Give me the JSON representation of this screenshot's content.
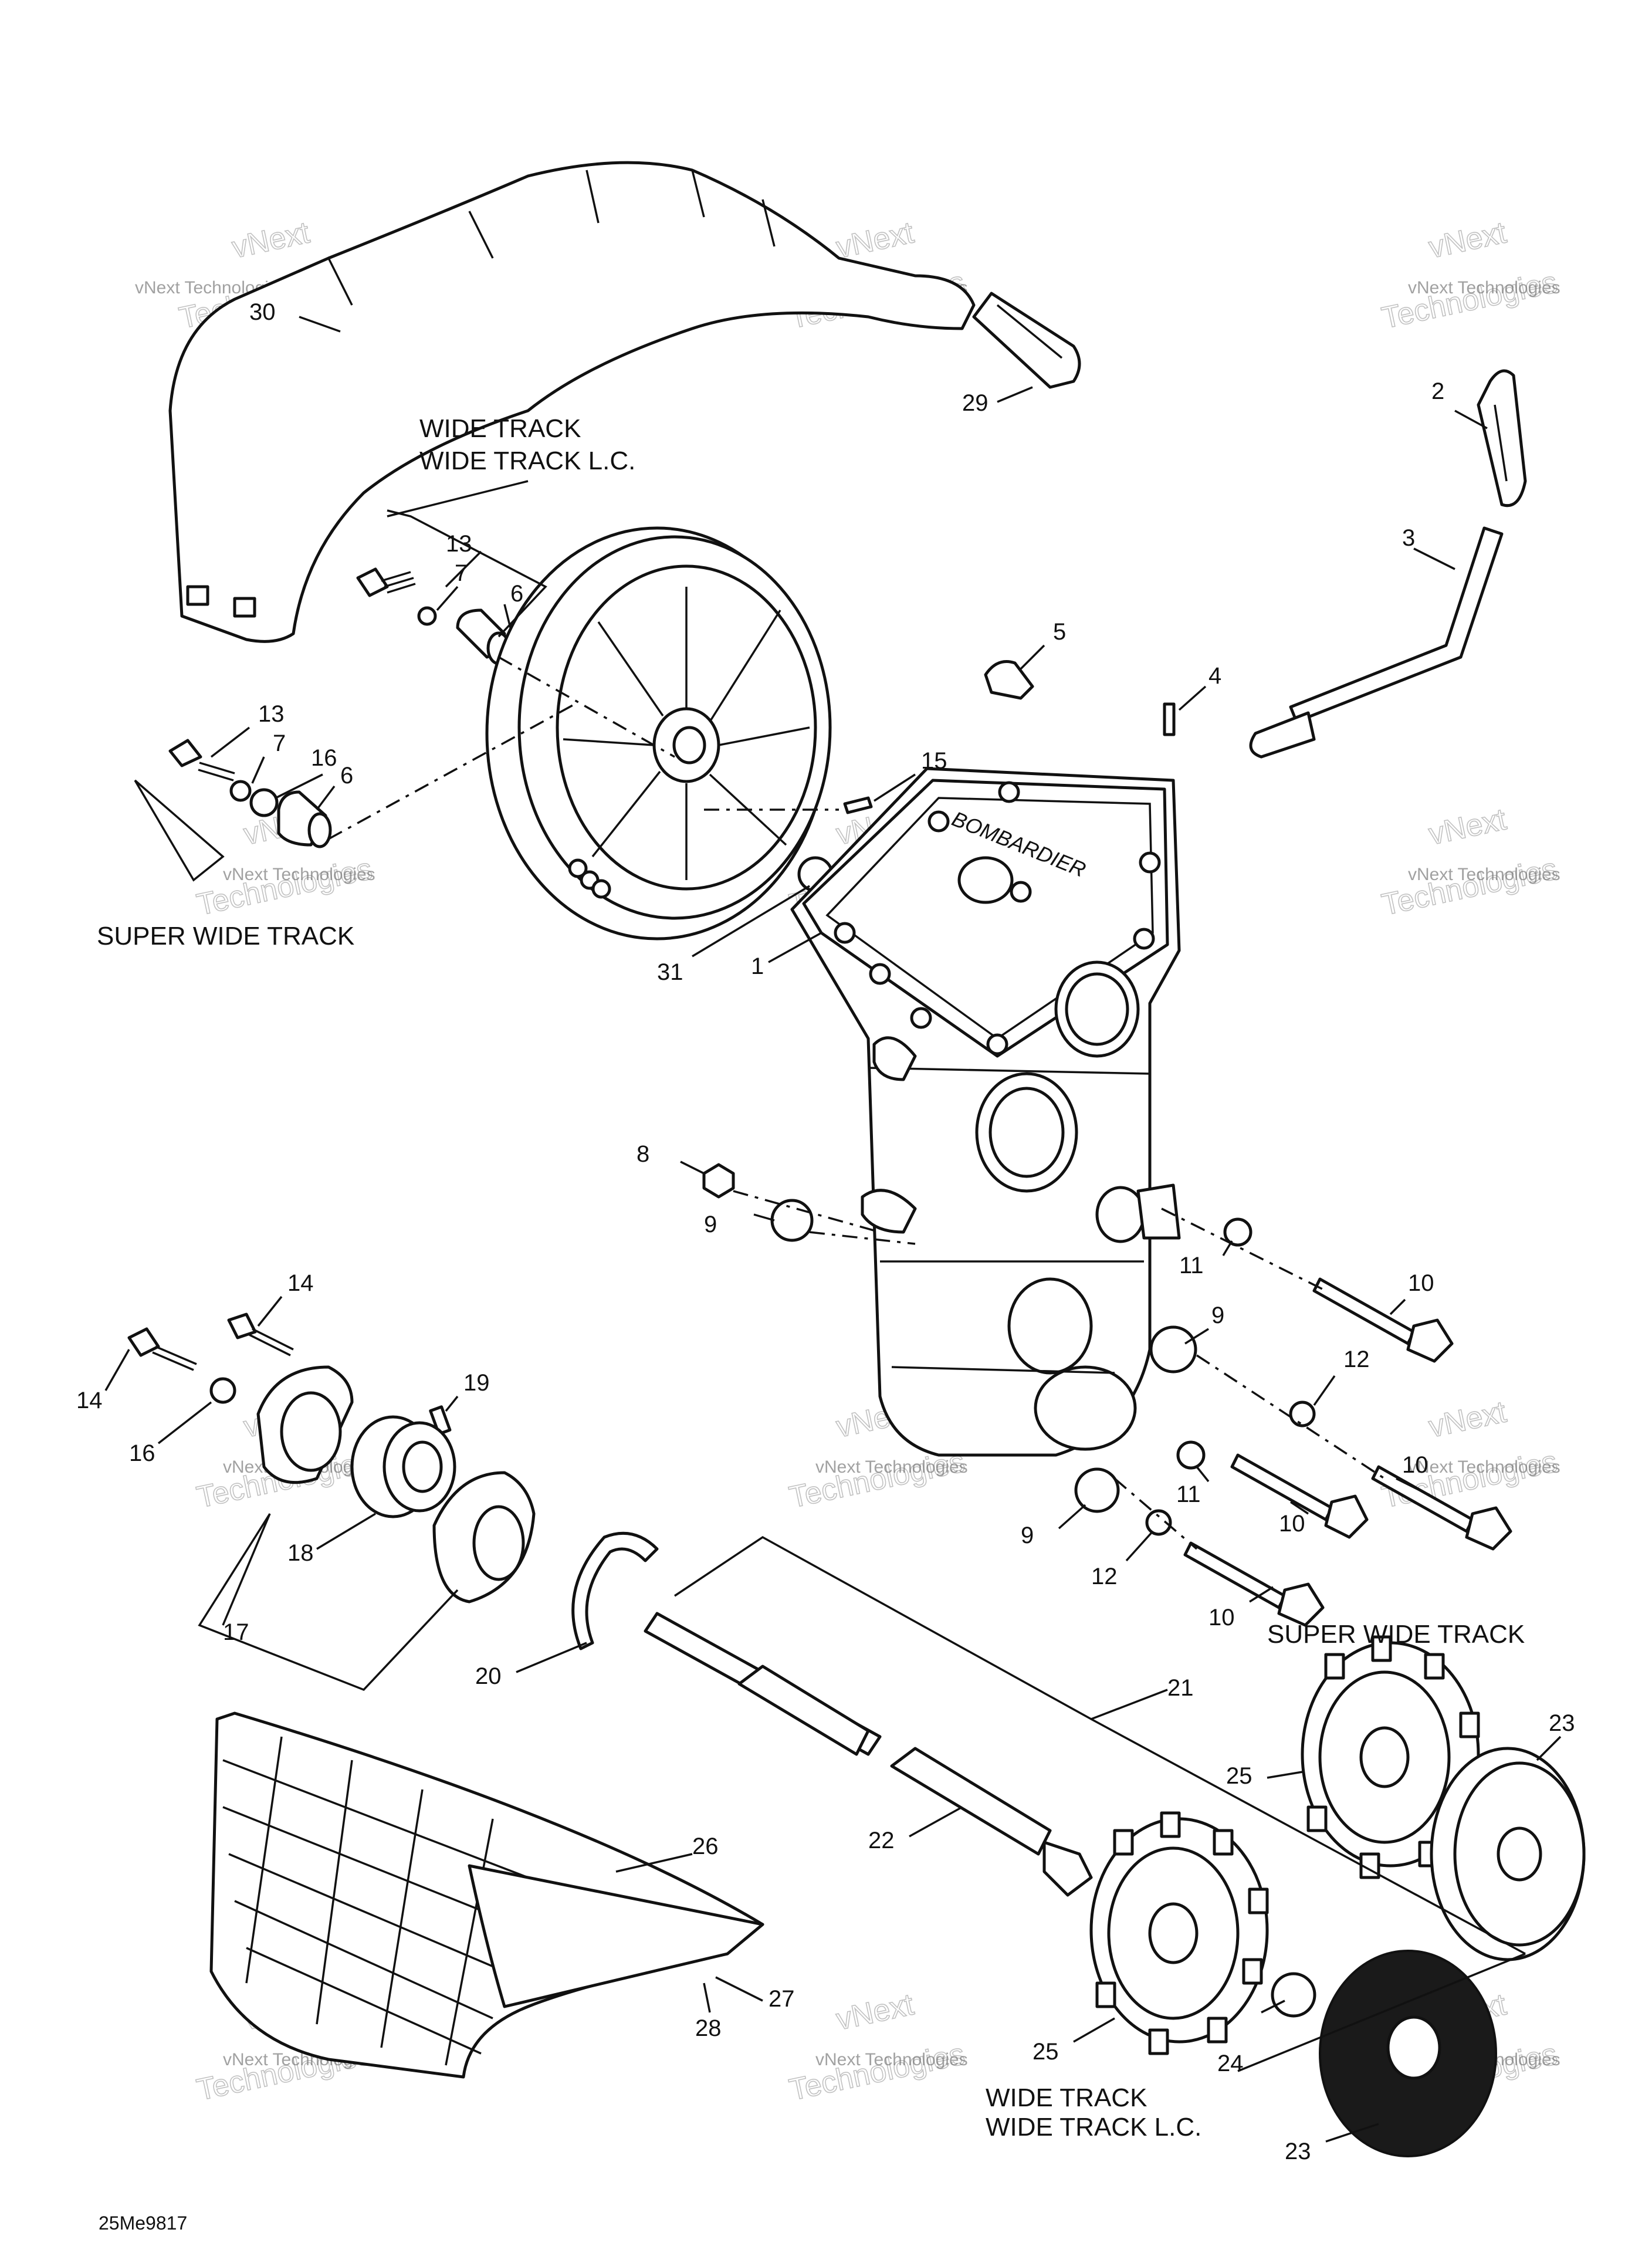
{
  "drawing_code": "25Me9817",
  "brand_text": "BOMBARDIER",
  "watermark": {
    "line1": "vNext",
    "line2": "vNext Technologies",
    "line3": "Technologies"
  },
  "variant_labels": {
    "wide_track_top_1": "WIDE TRACK",
    "wide_track_top_2": "WIDE TRACK L.C.",
    "super_wide_left": "SUPER WIDE TRACK",
    "super_wide_right": "SUPER WIDE TRACK",
    "wide_track_bottom_1": "WIDE TRACK",
    "wide_track_bottom_2": "WIDE TRACK L.C."
  },
  "callouts": {
    "c30": "30",
    "c29": "29",
    "c2": "2",
    "c3": "3",
    "c13a": "13",
    "c7a": "7",
    "c6a": "6",
    "c13b": "13",
    "c7b": "7",
    "c16a": "16",
    "c6b": "6",
    "c5": "5",
    "c4": "4",
    "c15": "15",
    "c31": "31",
    "c1": "1",
    "c8": "8",
    "c9a": "9",
    "c11a": "11",
    "c10a": "10",
    "c9b": "9",
    "c12a": "12",
    "c11b": "11",
    "c10b": "10",
    "c10c": "10",
    "c9c": "9",
    "c12b": "12",
    "c10d": "10",
    "c14a": "14",
    "c14b": "14",
    "c19": "19",
    "c16b": "16",
    "c18": "18",
    "c17": "17",
    "c20": "20",
    "c21": "21",
    "c22": "22",
    "c25a": "25",
    "c23a": "23",
    "c26": "26",
    "c27": "27",
    "c28": "28",
    "c25b": "25",
    "c24": "24",
    "c23b": "23"
  }
}
